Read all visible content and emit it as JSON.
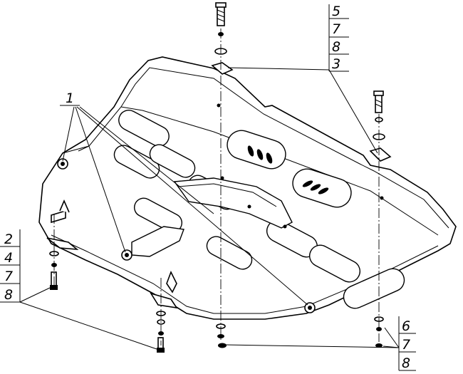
{
  "callouts": {
    "left_group": [
      "2",
      "4",
      "7",
      "8"
    ],
    "top_right_group": [
      "5",
      "7",
      "8",
      "3"
    ],
    "bottom_right_group": [
      "6",
      "7",
      "8"
    ],
    "center_label": "1"
  }
}
